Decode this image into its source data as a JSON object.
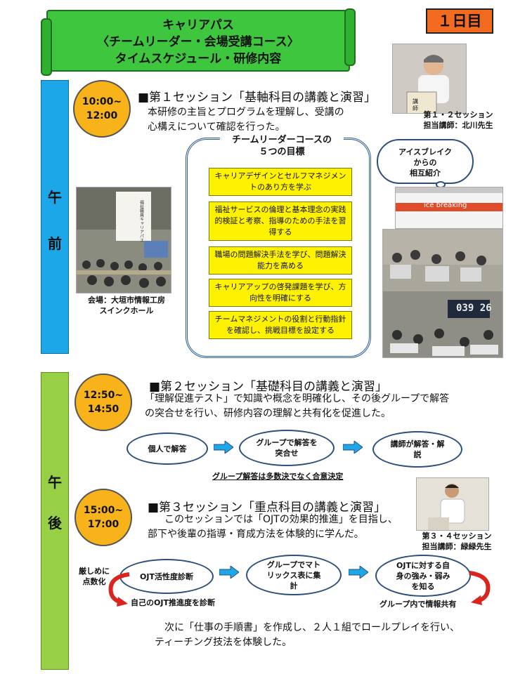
{
  "banner": {
    "line1": "キャリアパス",
    "line2": "〈チームリーダー・会場受講コース〉",
    "line3": "タイムスケジュール・研修内容"
  },
  "day_badge": "１日目",
  "am": {
    "label1": "午",
    "label2": "前",
    "session1": {
      "time1": "10:00~",
      "time2": "12:00",
      "title": "■第１セッション「基軸科目の講義と演習」",
      "body1": "本研修の主旨とプログラムを理解し、受講の",
      "body2": "心構えについて確認を行った。"
    },
    "lecturer_caption1": "第１・２セッション",
    "lecturer_caption2": "担当講師：北川先生",
    "venue_caption1": "会場：大垣市情報工房",
    "venue_caption2": "スインクホール",
    "goals": {
      "title1": "チームリーダーコースの",
      "title2": "５つの目標",
      "items": [
        "キャリアデザインとセルフマネジメントのあり方を学ぶ",
        "福祉サービスの倫理と基本理念の実践的検証と考察、指導のための手法を習得する",
        "職場の問題解決手法を学び、問題解決能力を高める",
        "キャリアアップの啓発課題を学び、方向性を明確にする",
        "チームマネジメントの役割と行動指針を確認し、挑戦目標を設定する"
      ]
    },
    "cloud1": "アイスブレイク",
    "cloud2": "からの",
    "cloud3": "相互紹介",
    "ice_breaking": "ice breaking",
    "timer": "039 26"
  },
  "pm": {
    "label1": "午",
    "label2": "後",
    "session2": {
      "time1": "12:50~",
      "time2": "14:50",
      "title": "■第２セッション「基礎科目の講義と演習」",
      "body1": "「理解促進テスト」で知識や概念を明確化し、その後グループで解答",
      "body2": "の突合せを行い、研修内容の理解と共有化を促進した。",
      "flow": [
        "個人で解答",
        "グループで解答を突合せ",
        "講師が解答・解説"
      ],
      "note": "グループ解答は多数決でなく合意決定"
    },
    "session3": {
      "time1": "15:00~",
      "time2": "17:00",
      "title": "■第３セッション「重点科目の講義と演習」",
      "body1": "このセッションでは「OJTの効果的推進」を目指し、",
      "body2": "部下や後輩の指導・育成方法を体験的に学んだ。",
      "flow": [
        "OJT活性度診断",
        "グループでマトリックス表に集計",
        "OJTに対する自身の強み・弱みを知る"
      ],
      "left_note1": "厳しめに",
      "left_note2": "点数化",
      "bottom_left": "自己のOJT推進度を診断",
      "bottom_right": "グループ内で情報共有"
    },
    "lecturer_caption1": "第３・４セッション",
    "lecturer_caption2": "担当講師：緑緑先生",
    "closing1": "次に「仕事の手順書」を作成し、２人１組でロールプレイを行い、",
    "closing2": "ティーチング技法を体験した。"
  },
  "colors": {
    "banner_green": "#3fc63f",
    "badge_orange": "#f26b21",
    "am_blue": "#1ba7e8",
    "pm_green": "#97cf47",
    "time_orange": "#f8b21a",
    "goal_yellow": "#fff200",
    "arrow_blue": "#1ba7e8",
    "curve_red": "#d9251d"
  }
}
